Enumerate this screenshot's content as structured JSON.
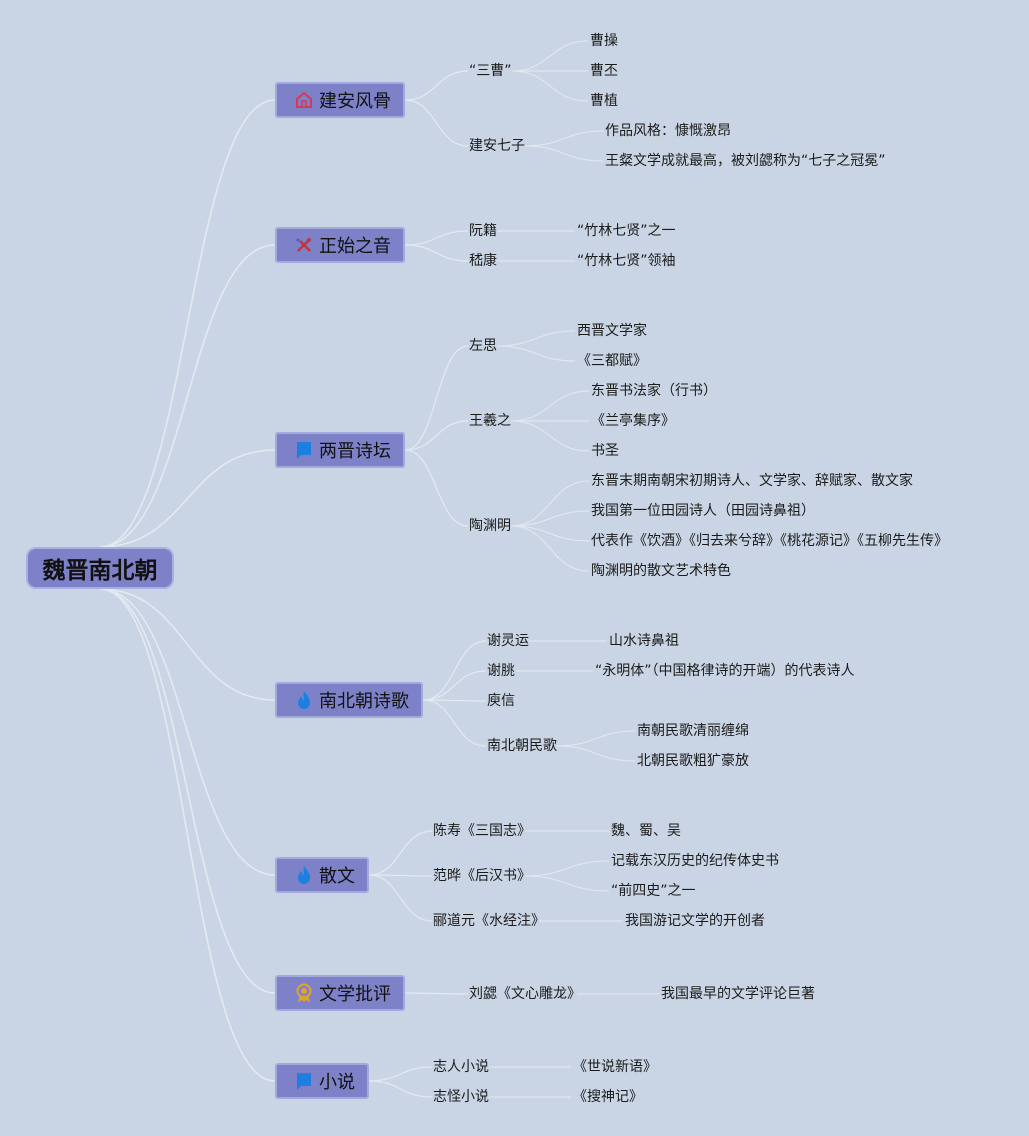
{
  "root": {
    "label": "魏晋南北朝"
  },
  "branches": [
    {
      "key": "jianan",
      "label": "建安风骨",
      "icon": "house-icon",
      "children": [
        {
          "label": "“三曹”",
          "children": [
            "曹操",
            "曹丕",
            "曹植"
          ]
        },
        {
          "label": "建安七子",
          "children": [
            "作品风格：慷慨激昂",
            "王粲文学成就最高，被刘勰称为“七子之冠冕”"
          ]
        }
      ]
    },
    {
      "key": "zhengshi",
      "label": "正始之音",
      "icon": "tools-icon",
      "children": [
        {
          "label": "阮籍",
          "children": [
            "“竹林七贤”之一"
          ]
        },
        {
          "label": "嵇康",
          "children": [
            "“竹林七贤”领袖"
          ]
        }
      ]
    },
    {
      "key": "liangjin",
      "label": "两晋诗坛",
      "icon": "flag-icon",
      "children": [
        {
          "label": "左思",
          "children": [
            "西晋文学家",
            "《三都赋》"
          ]
        },
        {
          "label": "王羲之",
          "children": [
            "东晋书法家（行书）",
            "《兰亭集序》",
            "书圣"
          ]
        },
        {
          "label": "陶渊明",
          "children": [
            "东晋末期南朝宋初期诗人、文学家、辞赋家、散文家",
            "我国第一位田园诗人（田园诗鼻祖）",
            "代表作《饮酒》《归去来兮辞》《桃花源记》《五柳先生传》",
            "陶渊明的散文艺术特色"
          ]
        }
      ]
    },
    {
      "key": "nanbeichao",
      "label": "南北朝诗歌",
      "icon": "flame-icon",
      "children": [
        {
          "label": "谢灵运",
          "children": [
            "山水诗鼻祖"
          ]
        },
        {
          "label": "谢朓",
          "children": [
            "“永明体”（中国格律诗的开端）的代表诗人"
          ]
        },
        {
          "label": "庾信",
          "children": []
        },
        {
          "label": "南北朝民歌",
          "children": [
            "南朝民歌清丽缠绵",
            "北朝民歌粗犷豪放"
          ]
        }
      ]
    },
    {
      "key": "sanwen",
      "label": "散文",
      "icon": "flame-icon",
      "children": [
        {
          "label": "陈寿《三国志》",
          "children": [
            "魏、蜀、吴"
          ]
        },
        {
          "label": "范晔《后汉书》",
          "children": [
            "记载东汉历史的纪传体史书",
            "“前四史”之一"
          ]
        },
        {
          "label": "郦道元《水经注》",
          "children": [
            "我国游记文学的开创者"
          ]
        }
      ]
    },
    {
      "key": "piping",
      "label": "文学批评",
      "icon": "award-icon",
      "children": [
        {
          "label": "刘勰《文心雕龙》",
          "children": [
            "我国最早的文学评论巨著"
          ]
        }
      ]
    },
    {
      "key": "xiaoshuo",
      "label": "小说",
      "icon": "flag-icon",
      "children": [
        {
          "label": "志人小说",
          "children": [
            "《世说新语》"
          ]
        },
        {
          "label": "志怪小说",
          "children": [
            "《搜神记》"
          ]
        }
      ]
    }
  ],
  "colors": {
    "background": "#c9d5e4",
    "node": "#7d82c8",
    "link": "#e4e9f1"
  }
}
